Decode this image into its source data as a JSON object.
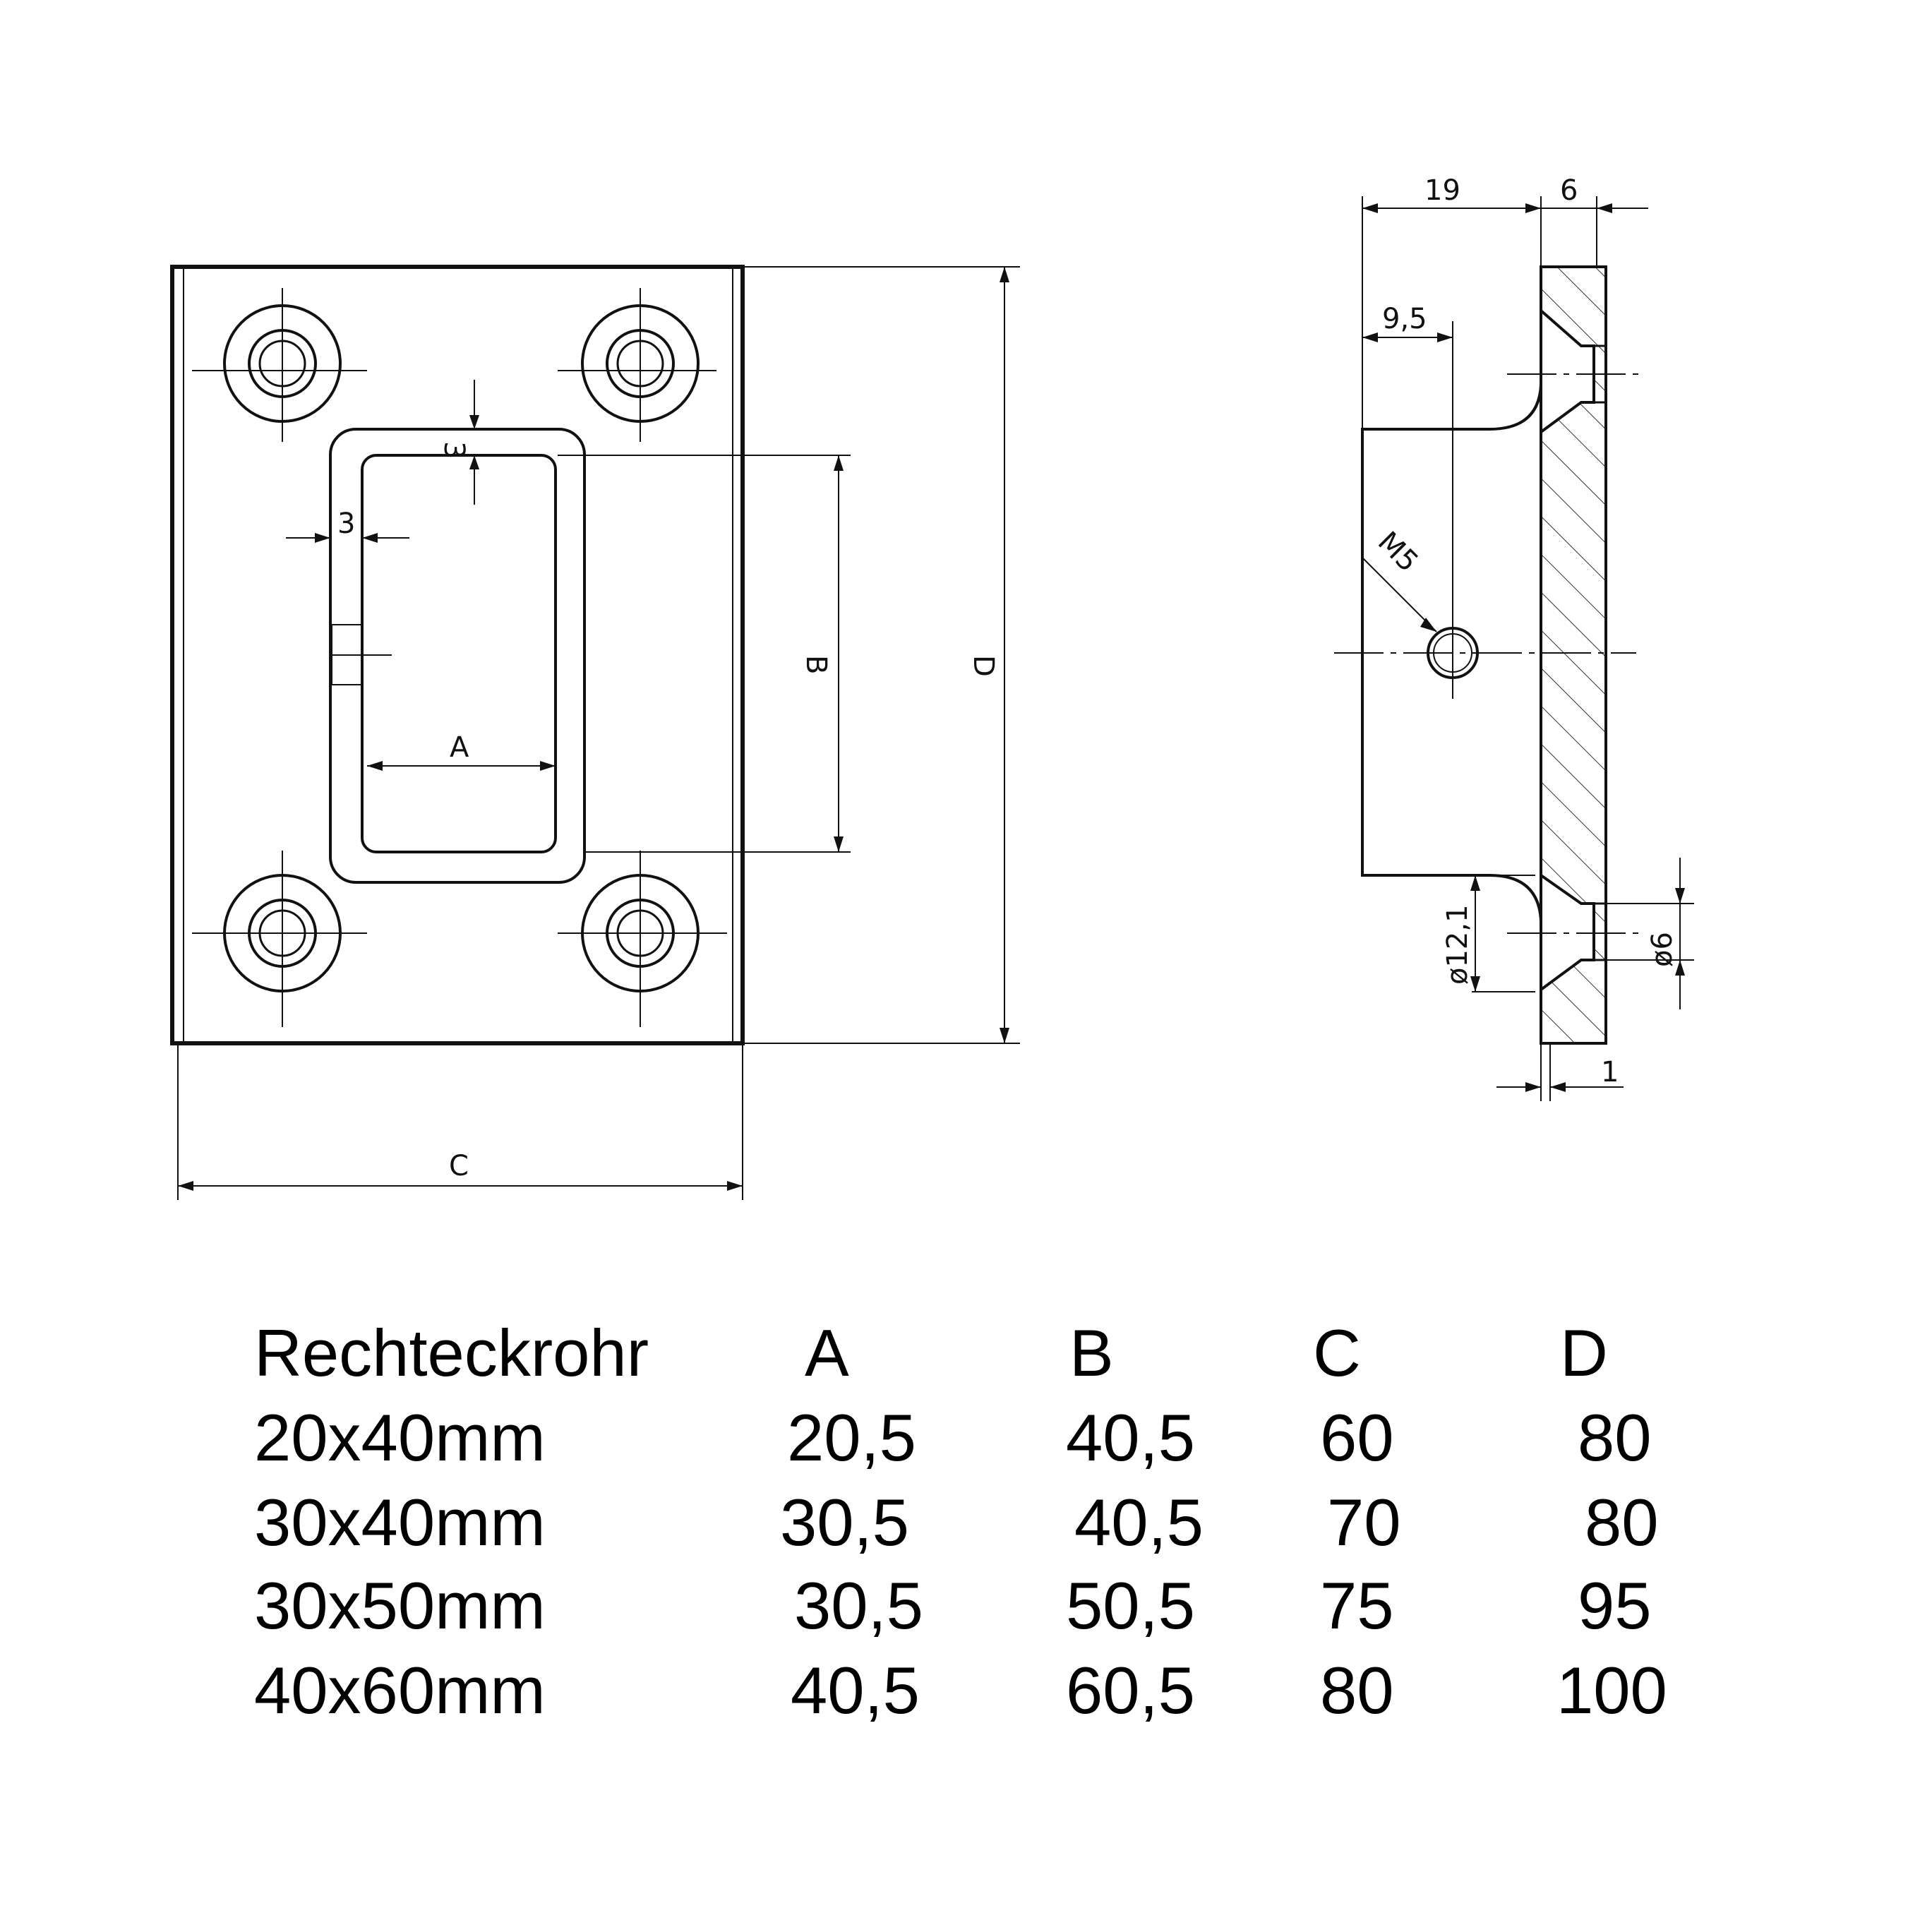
{
  "front_view": {
    "wall_label": "3",
    "wall_label_vertical": "3",
    "dim_a": "A",
    "dim_b": "B",
    "dim_c": "C",
    "dim_d": "D"
  },
  "side_view": {
    "dim_19": "19",
    "dim_6": "6",
    "dim_9_5": "9,5",
    "thread": "M5",
    "dia_12_1": "ø12,1",
    "dia_6": "ø6",
    "dim_1": "1"
  },
  "table": {
    "headers": [
      "Rechteckrohr",
      "A",
      "B",
      "C",
      "D"
    ],
    "rows": [
      [
        "20x40mm",
        "20,5",
        "40,5",
        "60",
        "80"
      ],
      [
        "30x40mm",
        "30,5",
        "40,5",
        "70",
        "80"
      ],
      [
        "30x50mm",
        "30,5",
        "50,5",
        "75",
        "95"
      ],
      [
        "40x60mm",
        "40,5",
        "60,5",
        "80",
        "100"
      ]
    ]
  }
}
